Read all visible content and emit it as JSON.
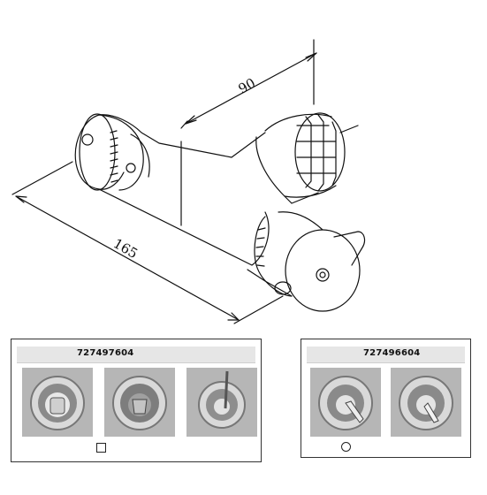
{
  "drawing": {
    "dimension_length": "165",
    "dimension_outlet": "90"
  },
  "panels": [
    {
      "code": "727497604",
      "marker": "square"
    },
    {
      "code": "727496604",
      "marker": "circle"
    }
  ]
}
